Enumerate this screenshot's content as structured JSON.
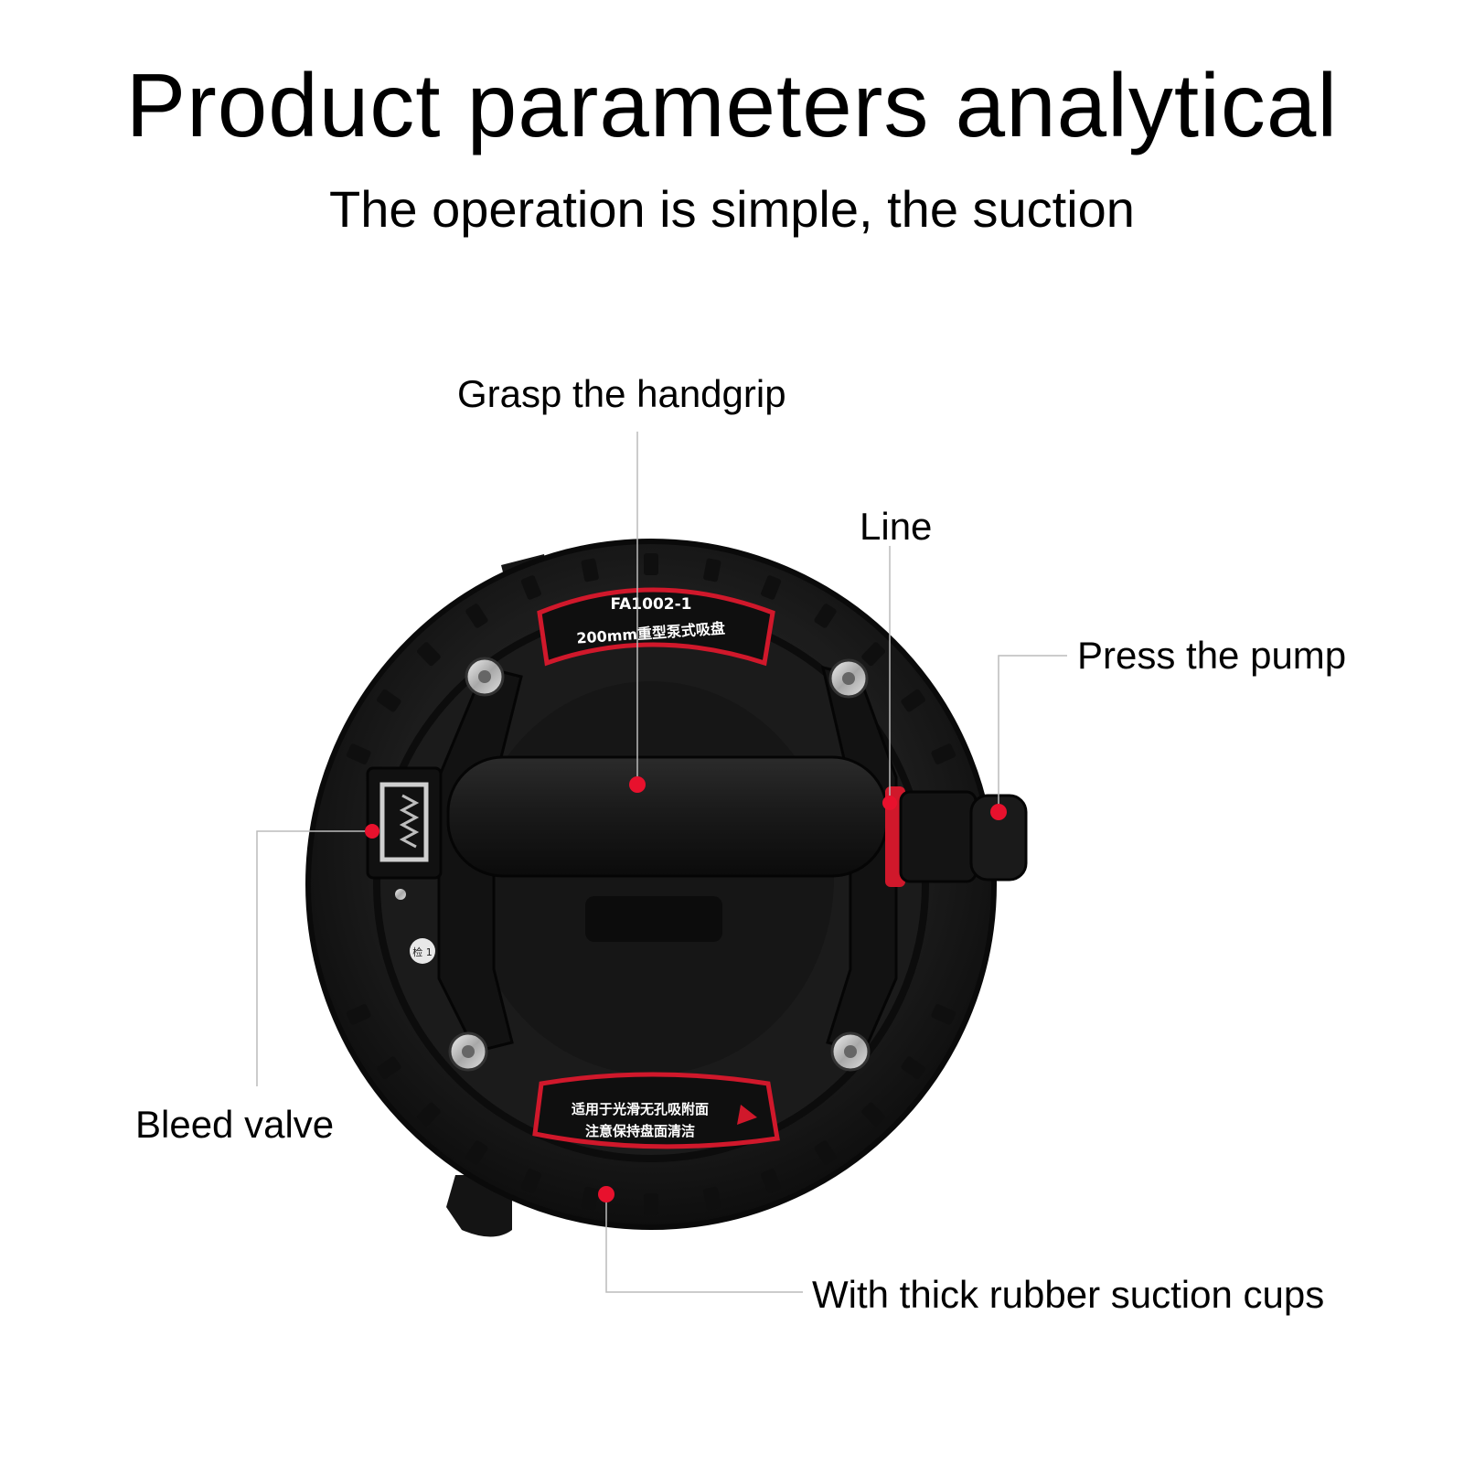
{
  "header": {
    "title": "Product parameters analytical",
    "subtitle": "The operation is simple, the suction"
  },
  "callouts": {
    "handgrip": "Grasp the handgrip",
    "line": "Line",
    "pump": "Press the pump",
    "bleed_valve": "Bleed valve",
    "suction_cups": "With thick rubber suction cups"
  },
  "product_labels": {
    "model": "FA1002-1",
    "name": "200mm重型泵式吸盘",
    "warning_line1": "注意保持盘面清洁",
    "warning_line2": "适用于光滑无孔吸附面",
    "mark": "检 1"
  },
  "colors": {
    "marker_dot": "#e8112d",
    "leader_line": "#bbbbbb",
    "body": "#1a1a1a",
    "accent_ring": "#d0182b"
  }
}
